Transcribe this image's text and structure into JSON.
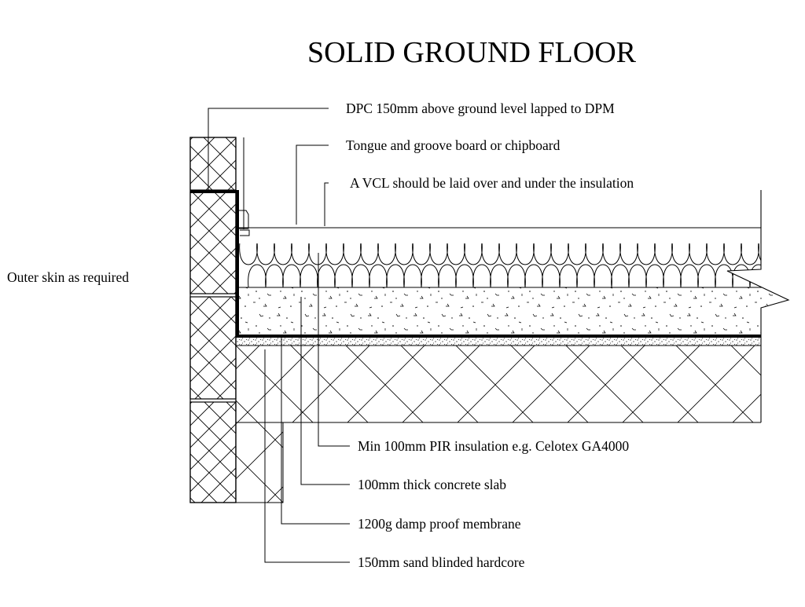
{
  "title": "SOLID GROUND FLOOR",
  "labels": {
    "dpc": "DPC 150mm above ground level lapped to DPM",
    "board": "Tongue and groove board or chipboard",
    "vcl": "A VCL should be laid over and under the insulation",
    "outer_skin": "Outer skin as required",
    "insulation": "Min 100mm PIR insulation e.g. Celotex GA4000",
    "slab": "100mm thick concrete slab",
    "dpm": "1200g damp proof membrane",
    "hardcore": "150mm sand blinded hardcore"
  },
  "colors": {
    "line": "#000000",
    "background": "#ffffff"
  }
}
